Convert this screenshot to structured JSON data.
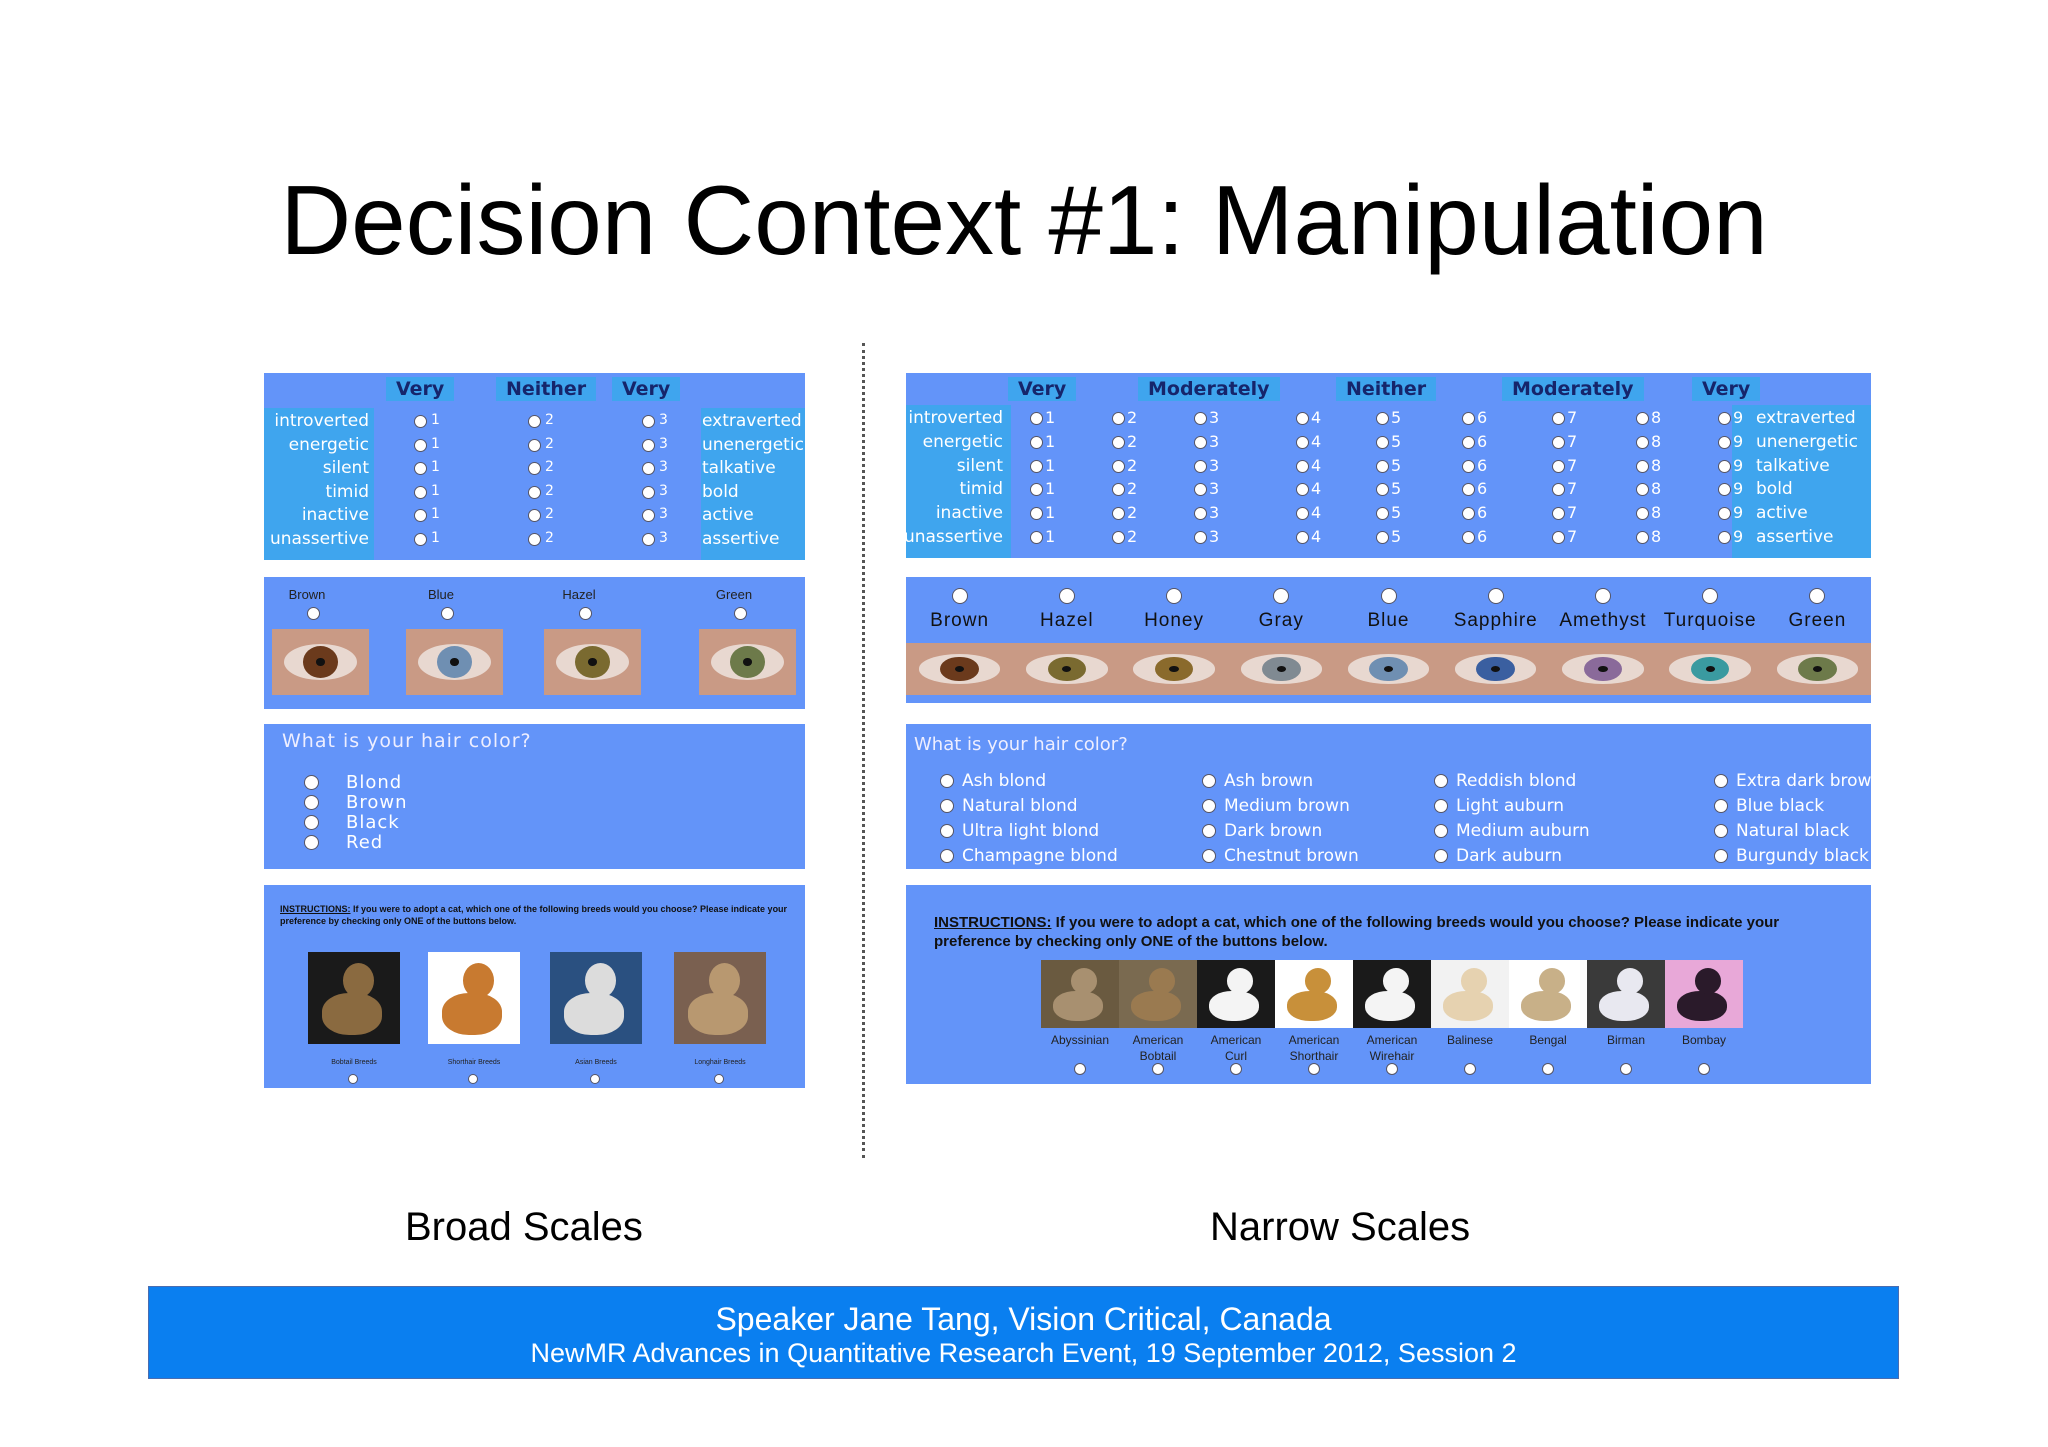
{
  "title": "Decision Context #1: Manipulation",
  "broad": {
    "scale_headers": [
      "Very",
      "Neither",
      "Very"
    ],
    "rows": [
      {
        "left": "introverted",
        "right": "extraverted"
      },
      {
        "left": "energetic",
        "right": "unenergetic"
      },
      {
        "left": "silent",
        "right": "talkative"
      },
      {
        "left": "timid",
        "right": "bold"
      },
      {
        "left": "inactive",
        "right": "active"
      },
      {
        "left": "unassertive",
        "right": "assertive"
      }
    ],
    "options": [
      "1",
      "2",
      "3"
    ],
    "eyes": [
      "Brown",
      "Blue",
      "Hazel",
      "Green"
    ],
    "hair_question": "What is your hair color?",
    "hair_options": [
      "Blond",
      "Brown",
      "Black",
      "Red"
    ],
    "instructions_bold": "INSTRUCTIONS:",
    "instructions_text": "If you were to adopt a cat, which one of the following breeds would you choose? Please indicate your preference by checking only ONE of the buttons below.",
    "cats": [
      "Bobtail Breeds",
      "Shorthair Breeds",
      "Asian Breeds",
      "Longhair Breeds"
    ]
  },
  "narrow": {
    "scale_headers": [
      "Very",
      "Moderately",
      "Neither",
      "Moderately",
      "Very"
    ],
    "rows": [
      {
        "left": "introverted",
        "right": "extraverted"
      },
      {
        "left": "energetic",
        "right": "unenergetic"
      },
      {
        "left": "silent",
        "right": "talkative"
      },
      {
        "left": "timid",
        "right": "bold"
      },
      {
        "left": "inactive",
        "right": "active"
      },
      {
        "left": "unassertive",
        "right": "assertive"
      }
    ],
    "options": [
      "1",
      "2",
      "3",
      "4",
      "5",
      "6",
      "7",
      "8",
      "9"
    ],
    "eyes": [
      "Brown",
      "Hazel",
      "Honey",
      "Gray",
      "Blue",
      "Sapphire",
      "Amethyst",
      "Turquoise",
      "Green"
    ],
    "hair_question": "What is your hair color?",
    "hair_columns": [
      [
        "Ash blond",
        "Natural blond",
        "Ultra light blond",
        "Champagne blond"
      ],
      [
        "Ash brown",
        "Medium brown",
        "Dark brown",
        "Chestnut brown"
      ],
      [
        "Reddish blond",
        "Light auburn",
        "Medium auburn",
        "Dark auburn"
      ],
      [
        "Extra dark brown",
        "Blue black",
        "Natural black",
        "Burgundy black"
      ]
    ],
    "instructions_bold": "INSTRUCTIONS:",
    "instructions_text": "If you were to adopt a cat, which one of the following breeds would you choose? Please indicate your preference by checking only ONE of the buttons below.",
    "cats": [
      [
        "Abyssinian"
      ],
      [
        "American",
        "Bobtail"
      ],
      [
        "American",
        "Curl"
      ],
      [
        "American",
        "Shorthair"
      ],
      [
        "American",
        "Wirehair"
      ],
      [
        "Balinese"
      ],
      [
        "Bengal"
      ],
      [
        "Birman"
      ],
      [
        "Bombay"
      ]
    ]
  },
  "captions": {
    "broad": "Broad Scales",
    "narrow": "Narrow Scales"
  },
  "footer": {
    "line1": "Speaker Jane Tang, Vision Critical, Canada",
    "line2": "NewMR Advances in Quantitative Research Event, 19 September 2012, Session 2"
  },
  "colors": {
    "panel": "#6394f9",
    "highlight": "#3fa5ee",
    "footer": "#0a7ff0"
  }
}
